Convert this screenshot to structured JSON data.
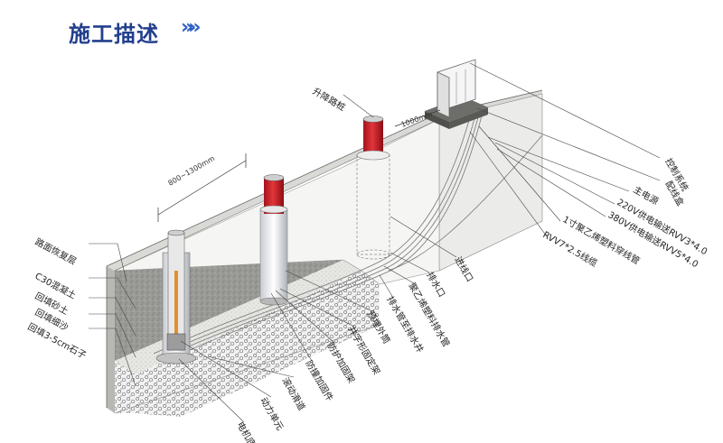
{
  "header": {
    "title": "施工描述",
    "chevron": "»»",
    "accent_color": "#23408e"
  },
  "dimensions": {
    "spacing": "800~1300mm",
    "box_distance": "1000mm"
  },
  "labels_left": [
    "路面恢复层",
    "C30混凝土",
    "回填砂土",
    "回填细沙",
    "回填3-5cm石子"
  ],
  "labels_bottom": [
    "电机底板",
    "动力单元",
    "滚动滑道",
    "防撞加固件",
    "防护加固架",
    "井字形固定架",
    "预埋外筒",
    "排水管至排水井",
    "聚乙烯塑料排水管",
    "排水口",
    "进线口"
  ],
  "labels_top": [
    "升降路桩"
  ],
  "labels_right": [
    "控制系统",
    "配线盒",
    "主电源",
    "220V供电输送RVV3*4.0",
    "380V供电输送RVV5*4.0",
    "1寸聚乙烯塑料穿线管",
    "RVV7*2.5线缆"
  ]
}
